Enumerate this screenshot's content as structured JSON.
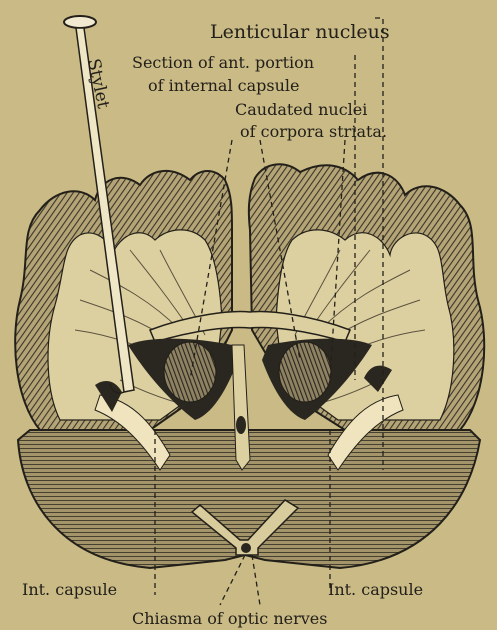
{
  "figure": {
    "labels": {
      "lenticular_nucleus": "Lenticular nucleus",
      "section_line1": "Section of ant. portion",
      "section_line2": "of internal capsule",
      "caudated_line1": "Caudated nuclei",
      "caudated_line2": "of corpora striata.",
      "stylet": "Stylet",
      "int_capsule_left": "Int. capsule",
      "int_capsule_right": "Int. capsule",
      "chiasma": "Chiasma of optic nerves"
    },
    "colors": {
      "paper": "#c9ba86",
      "ink": "#23201a",
      "white_matter": "#ddd0a0",
      "ventricle": "#2a2720"
    }
  }
}
